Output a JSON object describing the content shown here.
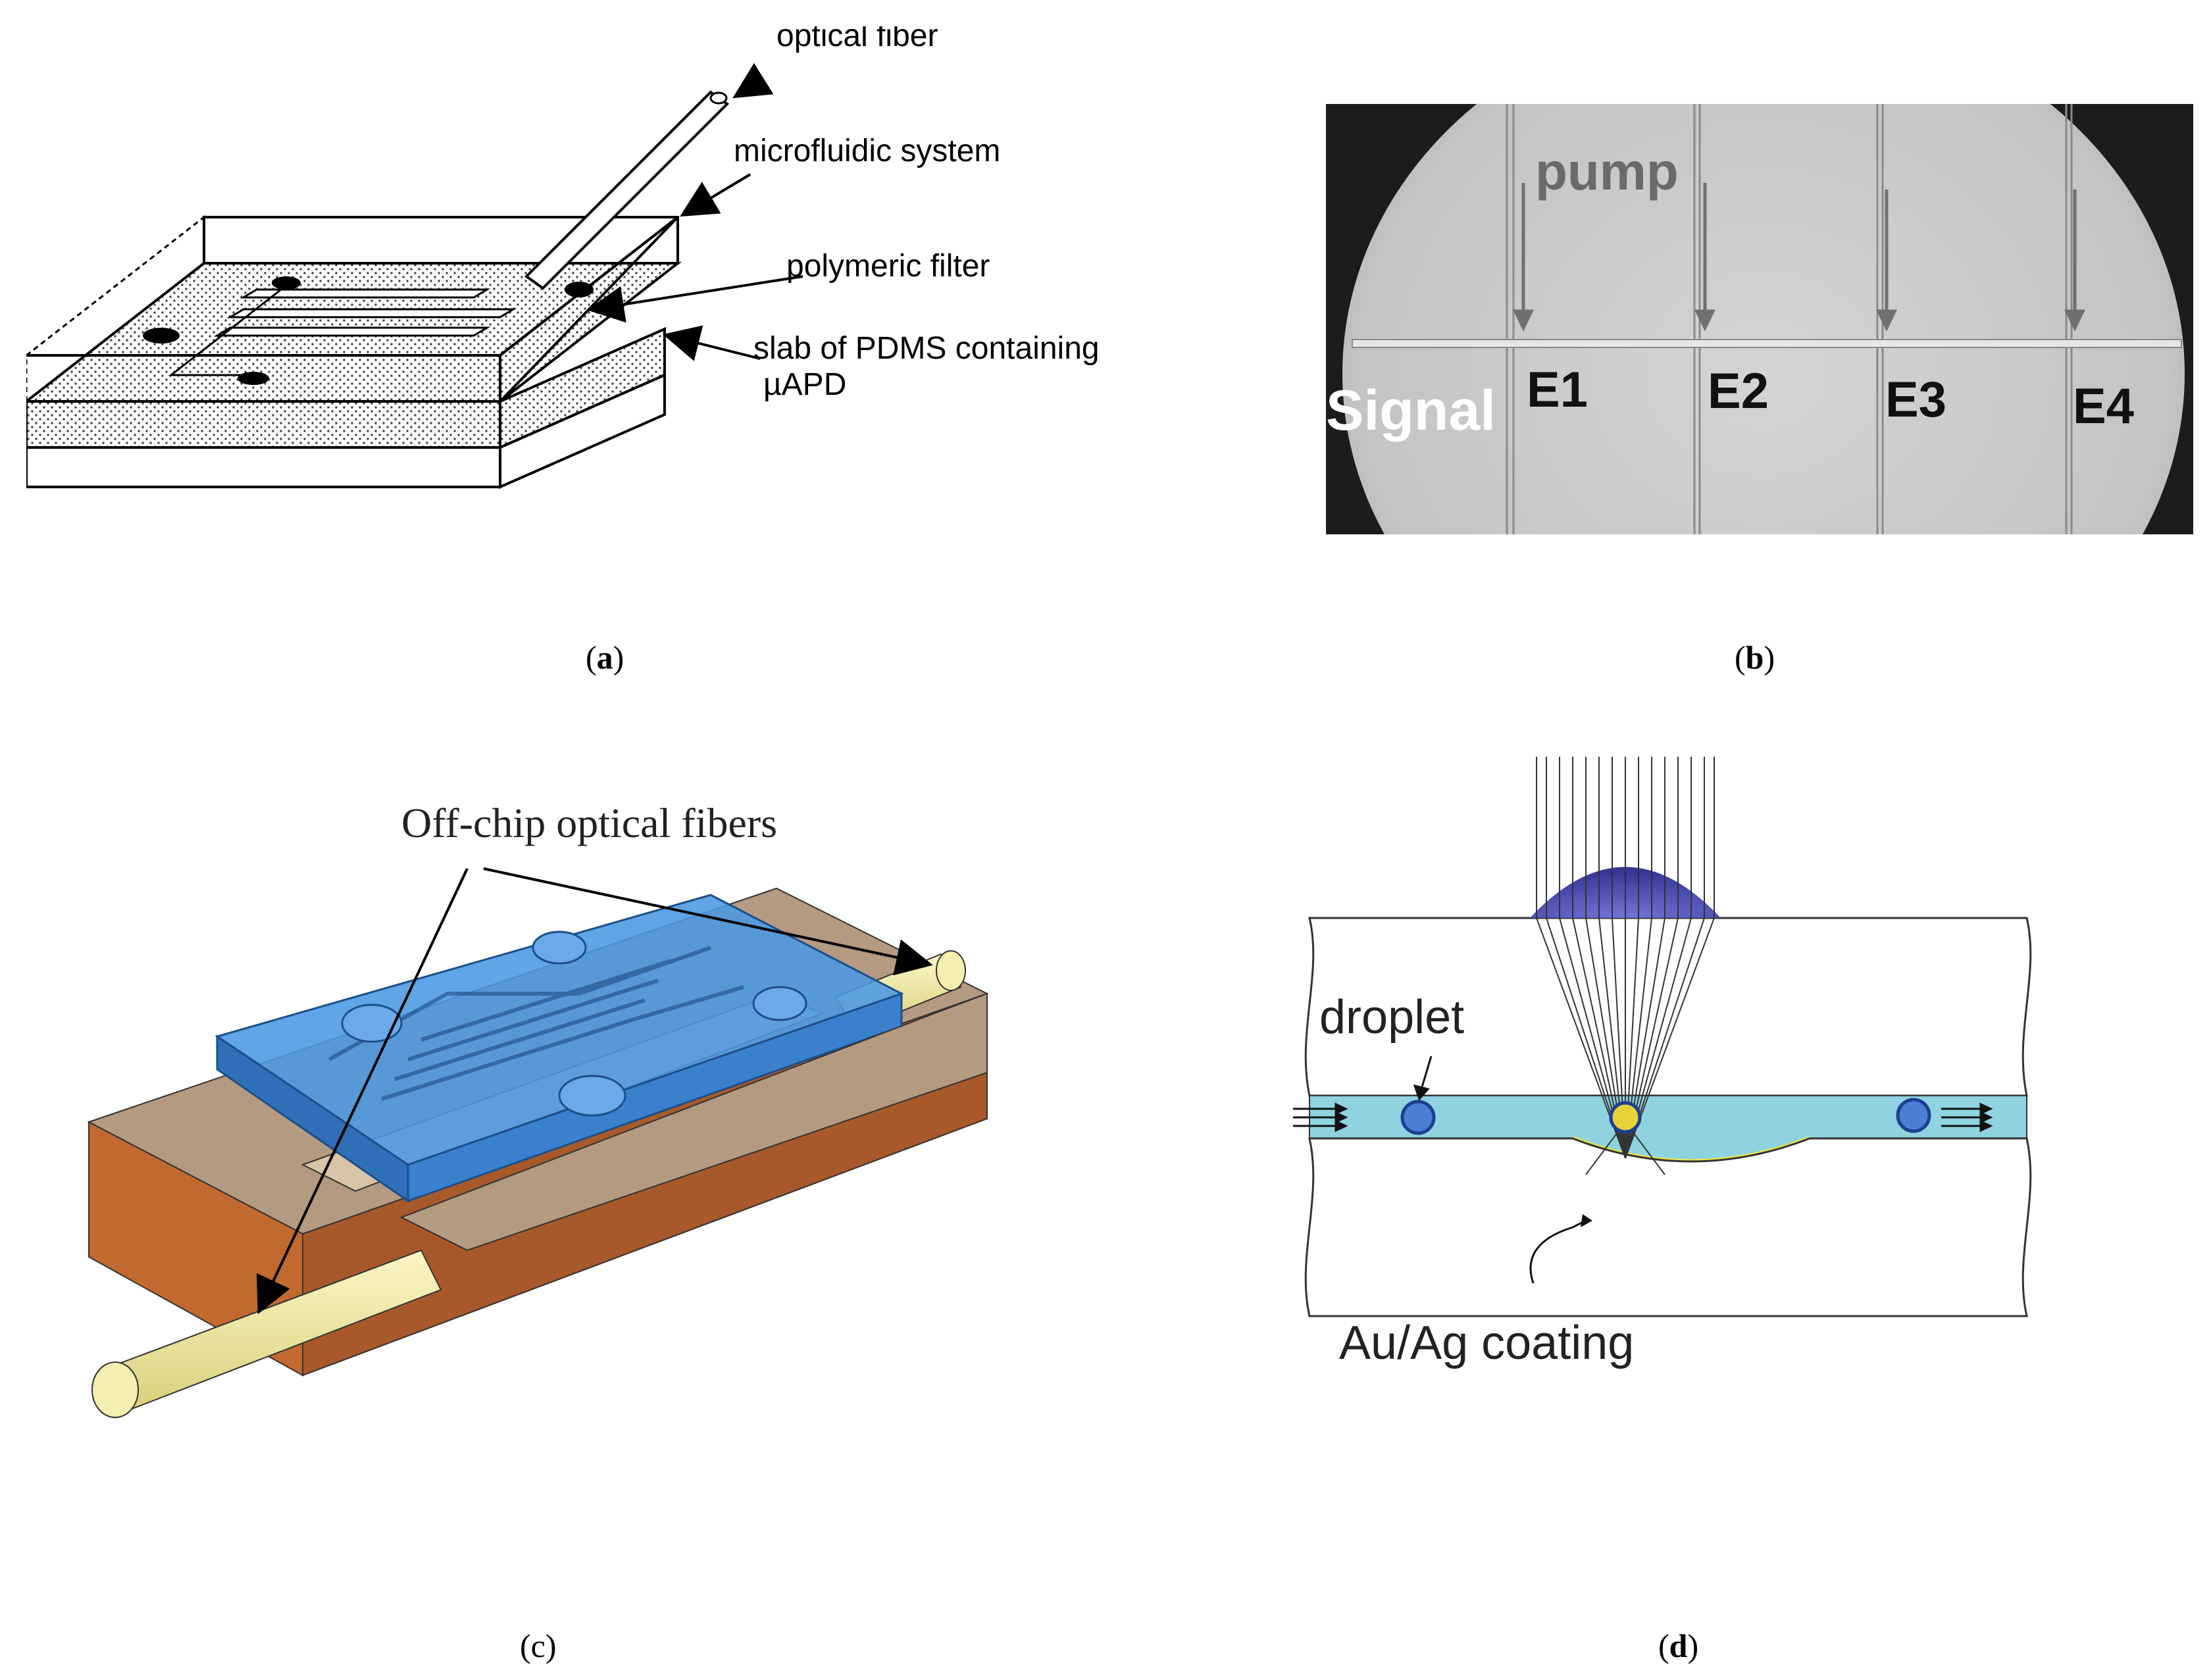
{
  "panels": {
    "a": {
      "caption_letter": "a",
      "labels": {
        "optical_fiber": "optical fiber",
        "microfluidic_system": "microfluidic system",
        "polymeric_filter": "polymeric filter",
        "slab_line1": "slab of PDMS containing",
        "slab_line2": "µAPD"
      }
    },
    "b": {
      "caption_letter": "b",
      "labels": {
        "pump": "pump",
        "signal": "Signal",
        "e1": "E1",
        "e2": "E2",
        "e3": "E3",
        "e4": "E4"
      }
    },
    "c": {
      "caption_letter": "c",
      "labels": {
        "fibers": "Off-chip optical fibers"
      }
    },
    "d": {
      "caption_letter": "d",
      "labels": {
        "droplet": "droplet",
        "coating": "Au/Ag coating"
      }
    }
  },
  "colors": {
    "chip_blue": "#3f8fdc",
    "fiber_yellow": "#efe9a0",
    "base_brown": "#b9703d",
    "base_tan": "#b49a80",
    "channel_cyan": "#8fd3e0",
    "lens_blue": "#3b3fa0",
    "coating_yellow": "#f0e63a"
  }
}
